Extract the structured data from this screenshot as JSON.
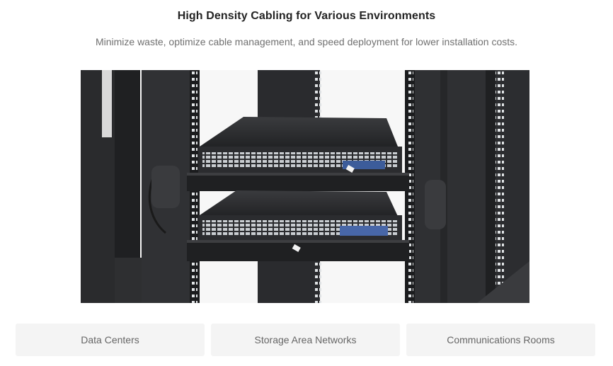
{
  "header": {
    "title": "High Density Cabling for Various Environments",
    "subtitle": "Minimize waste, optimize cable management, and speed deployment for lower installation costs."
  },
  "tabs": [
    {
      "label": "Data Centers"
    },
    {
      "label": "Storage Area Networks"
    },
    {
      "label": "Communications Rooms"
    }
  ],
  "colors": {
    "tab_background": "#f4f4f4",
    "rack_dark": "#2b2c2e",
    "title_text": "#232323",
    "subtitle_text": "#707070"
  }
}
